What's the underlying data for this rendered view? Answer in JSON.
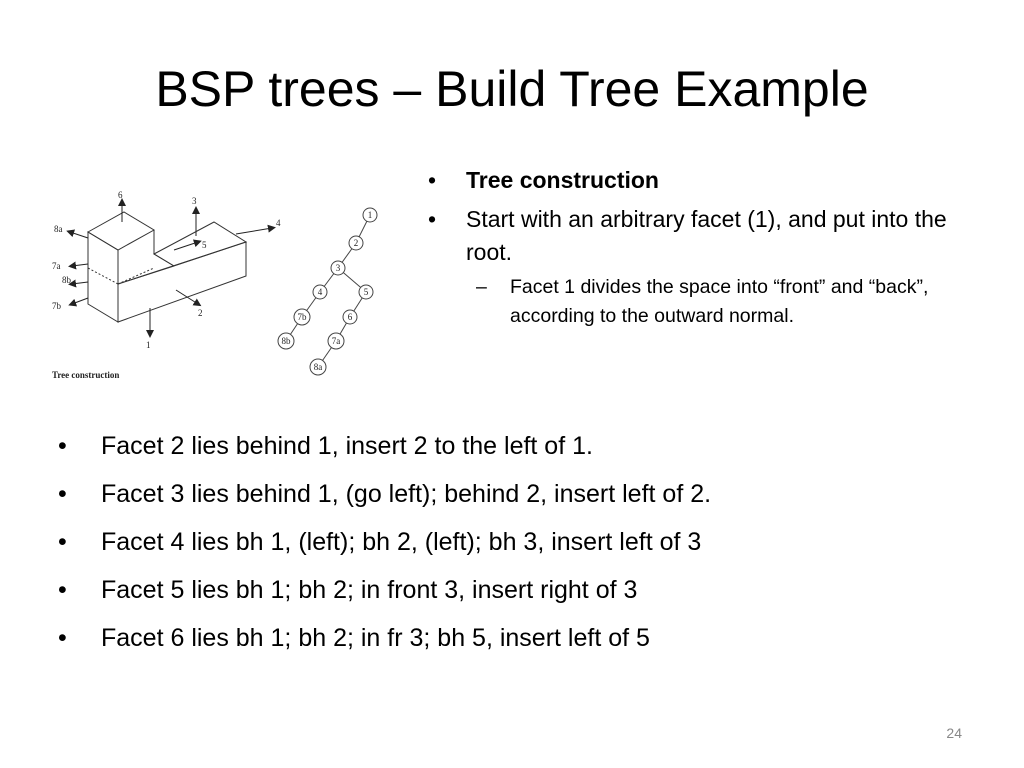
{
  "slide": {
    "title": "BSP trees – Build Tree Example",
    "page_number": "24"
  },
  "figure": {
    "caption": "Tree construction",
    "box_labels": [
      "6",
      "3",
      "4",
      "5",
      "2",
      "1",
      "8a",
      "7a",
      "8b",
      "7b"
    ],
    "tree_nodes": [
      "1",
      "2",
      "3",
      "4",
      "5",
      "7b",
      "6",
      "8b",
      "7a",
      "8a"
    ]
  },
  "right_column": {
    "bullets": [
      {
        "text": "Tree construction",
        "bold": true
      },
      {
        "text": "Start with an arbitrary facet (1), and put into the root."
      }
    ],
    "sub_bullet_marker": "–",
    "sub_bullets": [
      "Facet 1 divides the space into “front” and “back”, according to the outward normal."
    ]
  },
  "bottom_bullets": [
    "Facet 2 lies behind 1, insert 2 to the left of 1.",
    "Facet 3 lies behind 1, (go left); behind 2, insert left of 2.",
    "Facet 4 lies bh 1, (left); bh 2, (left); bh 3, insert left of 3",
    "Facet 5 lies bh 1; bh 2; in front 3, insert right of 3",
    "Facet 6 lies bh 1; bh 2; in fr 3; bh 5, insert left of 5"
  ]
}
